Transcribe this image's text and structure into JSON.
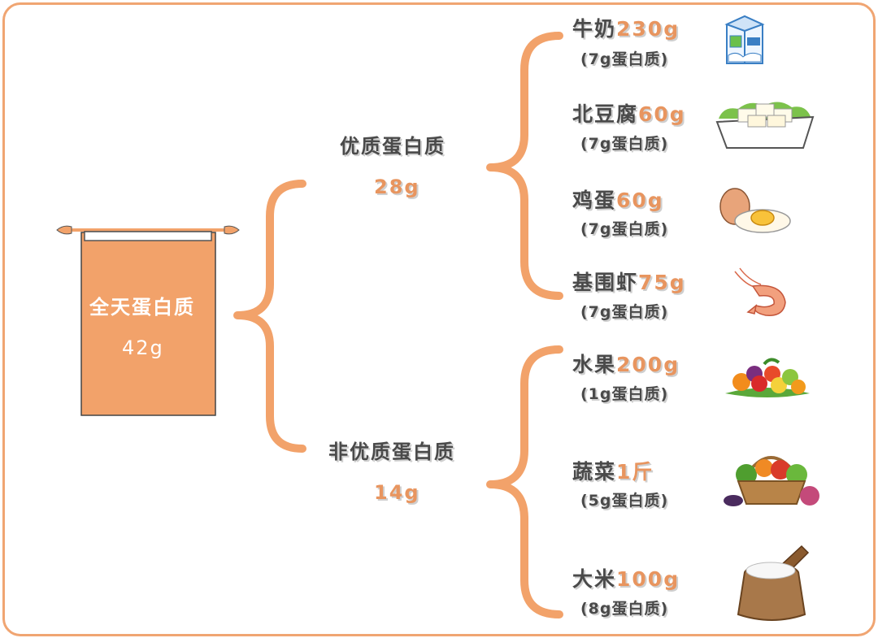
{
  "root": {
    "title": "全天蛋白质",
    "amount": "42g"
  },
  "groups": [
    {
      "label": "优质蛋白质",
      "amount": "28g",
      "items": [
        {
          "name": "牛奶",
          "qty": "230g",
          "protein": "(7g蛋白质)",
          "icon": "milk-carton-icon"
        },
        {
          "name": "北豆腐",
          "qty": "60g",
          "protein": "(7g蛋白质)",
          "icon": "tofu-icon"
        },
        {
          "name": "鸡蛋",
          "qty": "60g",
          "protein": "(7g蛋白质)",
          "icon": "egg-icon"
        },
        {
          "name": "基围虾",
          "qty": "75g",
          "protein": "(7g蛋白质)",
          "icon": "shrimp-icon"
        }
      ]
    },
    {
      "label": "非优质蛋白质",
      "amount": "14g",
      "items": [
        {
          "name": "水果",
          "qty": "200g",
          "protein": "(1g蛋白质)",
          "icon": "fruit-icon"
        },
        {
          "name": "蔬菜",
          "qty": "1斤",
          "protein": "(5g蛋白质)",
          "icon": "vegetable-basket-icon"
        },
        {
          "name": "大米",
          "qty": "100g",
          "protein": "(8g蛋白质)",
          "icon": "rice-sack-icon"
        }
      ]
    }
  ],
  "colors": {
    "accent": "#f2a26a",
    "frame": "#f0a572",
    "text": "#4a4a4a"
  }
}
